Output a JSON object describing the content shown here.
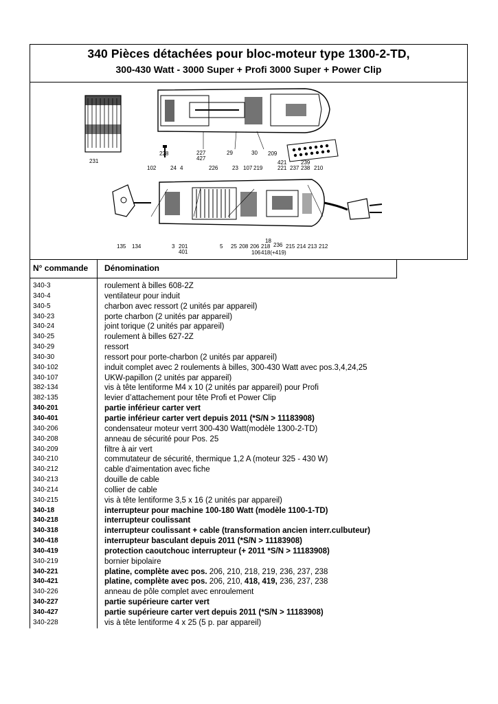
{
  "title": "340 Pièces détachées pour bloc-moteur type  1300-2-TD,",
  "subtitle": "300-430 Watt - 3000 Super + Profi 3000 Super + Power  Clip",
  "drawing": {
    "callouts_top": [
      "231",
      "228",
      "227",
      "427",
      "29",
      "30",
      "209"
    ],
    "callouts_mid": [
      "102",
      "24",
      "4",
      "226",
      "23",
      "107",
      "219",
      "421",
      "221",
      "237",
      "239",
      "238",
      "210"
    ],
    "callouts_bottom": [
      "135",
      "134",
      "3",
      "201",
      "401",
      "5",
      "25",
      "208",
      "206",
      "218",
      "18",
      "236",
      "106",
      "418(+419)",
      "215",
      "214",
      "213",
      "212"
    ]
  },
  "table": {
    "header_num": "N° commande",
    "header_den": "Dénomination",
    "rows": [
      {
        "num": "340-3",
        "den": "roulement à billes 608-2Z",
        "bold": false
      },
      {
        "num": "340-4",
        "den": "ventilateur pour induit",
        "bold": false
      },
      {
        "num": "340-5",
        "den": "charbon avec ressort (2 unités par appareil)",
        "bold": false
      },
      {
        "num": "340-23",
        "den": "porte charbon (2 unités par appareil)",
        "bold": false
      },
      {
        "num": "340-24",
        "den": "joint torique (2 unités par appareil)",
        "bold": false
      },
      {
        "num": "340-25",
        "den": "roulement à billes 627-2Z",
        "bold": false
      },
      {
        "num": "340-29",
        "den": "ressort",
        "bold": false
      },
      {
        "num": "340-30",
        "den": "ressort pour porte-charbon (2 unités par appareil)",
        "bold": false
      },
      {
        "num": "340-102",
        "den": "induit complet avec 2 roulements à billes, 300-430 Watt avec pos.3,4,24,25",
        "bold": false
      },
      {
        "num": "340-107",
        "den": "UKW-papillon (2 unités par appareil)",
        "bold": false
      },
      {
        "num": "382-134",
        "den": "vis à tête lentiforme M4 x 10 (2 unités par appareil) pour Profi",
        "bold": false
      },
      {
        "num": "382-135",
        "den": "levier d’attachement pour tête Profi et Power Clip",
        "bold": false
      },
      {
        "num": "340-201",
        "den": "partie inférieur carter vert",
        "bold": true
      },
      {
        "num": "340-401",
        "den": "partie inférieur carter vert depuis 2011 (*S/N > 11183908)",
        "bold": true
      },
      {
        "num": "340-206",
        "den": "condensateur moteur verrt 300-430 Watt(modèle 1300-2-TD)",
        "bold": false
      },
      {
        "num": "340-208",
        "den": "anneau de sécurité pour Pos. 25",
        "bold": false
      },
      {
        "num": "340-209",
        "den": "filtre à air vert",
        "bold": false
      },
      {
        "num": "340-210",
        "den": "commutateur de sécurité, thermique 1,2 A (moteur 325 - 430 W)",
        "bold": false
      },
      {
        "num": "340-212",
        "den": "cable d'aimentation avec fiche",
        "bold": false
      },
      {
        "num": "340-213",
        "den": "douille de cable",
        "bold": false
      },
      {
        "num": "340-214",
        "den": "collier de cable",
        "bold": false
      },
      {
        "num": "340-215",
        "den": "vis à tête lentiforme 3,5 x 16 (2 unités par appareil)",
        "bold": false
      },
      {
        "num": "340-18",
        "den": "interrupteur pour machine 100-180 Watt (modèle 1100-1-TD)",
        "bold": true
      },
      {
        "num": "340-218",
        "den": "interrupteur coulissant",
        "bold": true
      },
      {
        "num": "340-318",
        "den": "interrupteur coulissant + cable (transformation ancien interr.culbuteur)",
        "bold": true
      },
      {
        "num": "340-418",
        "den": "interrupteur basculant depuis 2011 (*S/N > 11183908)",
        "bold": true
      },
      {
        "num": "340-419",
        "den": "protection caoutchouc interrupteur (+ 2011 *S/N > 11183908)",
        "bold": true
      },
      {
        "num": "340-219",
        "den": "bornier bipolaire",
        "bold": false
      },
      {
        "num": "340-221",
        "den": "platine, complète avec pos.",
        "tail": " 206, 210, 218, 219, 236, 237, 238",
        "bold": true
      },
      {
        "num": "340-421",
        "den": "platine, complète avec pos.",
        "tail": " 206, 210, ",
        "tailb": "418, 419,",
        "tail2": " 236, 237, 238",
        "bold": true
      },
      {
        "num": "340-226",
        "den": "anneau de pôle complet avec enroulement",
        "bold": false
      },
      {
        "num": "340-227",
        "den": "partie supérieure carter vert",
        "bold": true
      },
      {
        "num": "340-427",
        "den": "partie supérieure carter vert depuis 2011 (*S/N > 11183908)",
        "bold": true
      },
      {
        "num": "340-228",
        "den": "vis à tête lentiforme 4 x 25 (5 p. par appareil)",
        "bold": false
      }
    ]
  }
}
